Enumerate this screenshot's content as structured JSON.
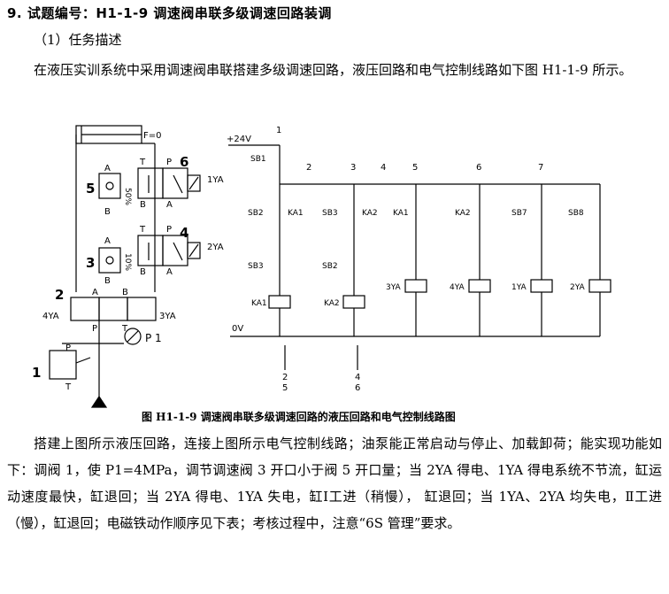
{
  "heading": "9. 试题编号：H1-1-9   调速阀串联多级调速回路装调",
  "subheading": "（1）任务描述",
  "intro": "在液压实训系统中采用调速阀串联搭建多级调速回路，液压回路和电气控制线路如下图 H1-1-9 所示。",
  "hydraulic": {
    "cylinder_label": "F=0",
    "valve6": "6",
    "valve5": "5",
    "valve4": "4",
    "valve3": "3",
    "valve2": "2",
    "valve1": "1",
    "valve5_pct": "50%",
    "valve3_pct": "10%",
    "sol_1ya": "1YA",
    "sol_2ya": "2YA",
    "sol_3ya": "3YA",
    "sol_4ya": "4YA",
    "port_a": "A",
    "port_b": "B",
    "port_t": "T",
    "port_p": "P",
    "gauge": "P 1"
  },
  "electrical": {
    "supply": "+24V",
    "zero": "0V",
    "col1": "1",
    "col2": "2",
    "col3": "3",
    "col4": "4",
    "col5": "5",
    "col6": "6",
    "col7": "7",
    "sb1": "SB1",
    "sb2": "SB2",
    "sb3": "SB3",
    "sb7": "SB7",
    "sb8": "SB8",
    "ka1": "KA1",
    "ka2": "KA2",
    "coil_3ya": "3YA",
    "coil_4ya": "4YA",
    "coil_1ya": "1YA",
    "coil_2ya": "2YA",
    "ref1a": "2",
    "ref1b": "5",
    "ref2a": "4",
    "ref2b": "6"
  },
  "caption": "图 H1-1-9   调速阀串联多级调速回路的液压回路和电气控制线路图",
  "body": "搭建上图所示液压回路，连接上图所示电气控制线路；油泵能正常启动与停止、加载卸荷；能实现功能如下：调阀 1，使 P1=4MPa，调节调速阀 3 开口小于阀 5 开口量；当 2YA 得电、1YA 得电系统不节流，缸运动速度最快，缸退回；当 2YA 得电、1YA 失电，缸Ⅰ工进（稍慢），  缸退回；当 1YA、2YA 均失电，Ⅱ工进（慢），缸退回；电磁铁动作顺序见下表；考核过程中，注意“6S 管理”要求。"
}
